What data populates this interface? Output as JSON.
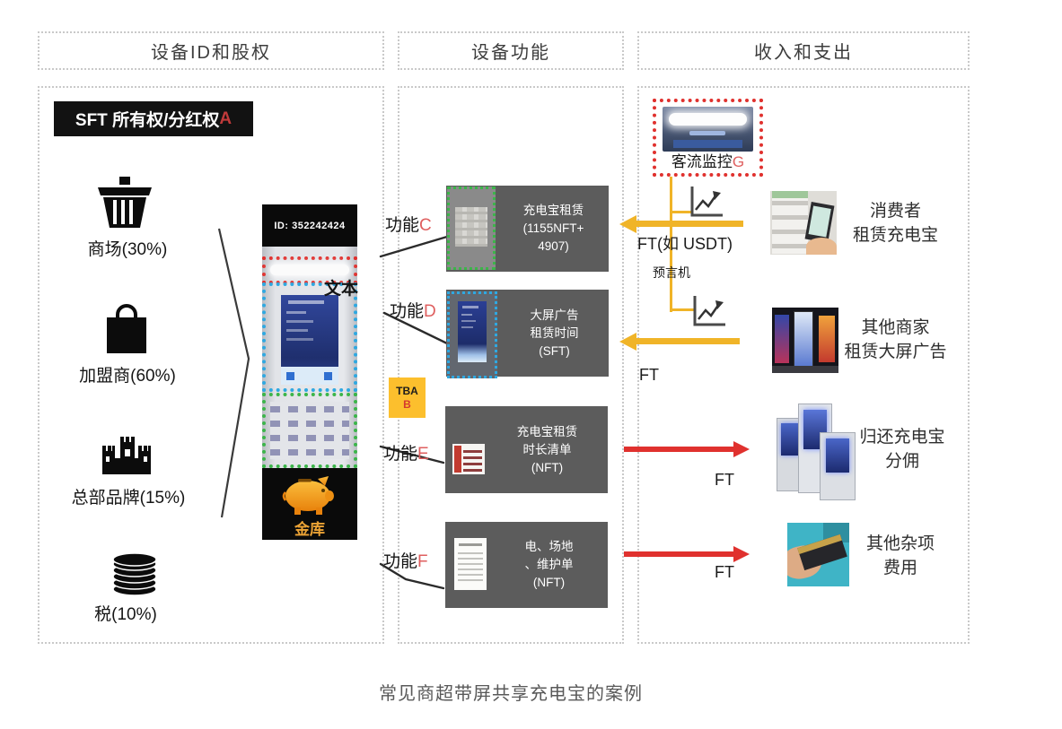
{
  "caption": "常见商超带屏共享充电宝的案例",
  "columns": [
    {
      "header": "设备ID和股权"
    },
    {
      "header": "设备功能"
    },
    {
      "header": "收入和支出"
    }
  ],
  "equity": {
    "sft_badge": {
      "text": "SFT 所有权/分红权",
      "marker": "A"
    },
    "items": [
      {
        "icon": "basket-icon",
        "label": "商场(30%)"
      },
      {
        "icon": "shopping-bag-icon",
        "label": "加盟商(60%)"
      },
      {
        "icon": "castle-icon",
        "label": "总部品牌(15%)"
      },
      {
        "icon": "coins-icon",
        "label": "税(10%)"
      }
    ]
  },
  "kiosk": {
    "device_id": "ID: 352242424",
    "text_label": "文本",
    "vault_label": "金库"
  },
  "functions": {
    "labels": [
      {
        "prefix": "功能",
        "marker": "C"
      },
      {
        "prefix": "功能",
        "marker": "D"
      },
      {
        "prefix": "功能",
        "marker": "E"
      },
      {
        "prefix": "功能",
        "marker": "F"
      }
    ],
    "tba": {
      "line1": "TBA",
      "line2": "B"
    },
    "boxes": [
      {
        "lines": [
          "充电宝租赁",
          "(1155NFT+",
          "4907)"
        ]
      },
      {
        "lines": [
          "大屏广告",
          "租赁时间",
          "(SFT)"
        ]
      },
      {
        "lines": [
          "充电宝租赁",
          "时长清单",
          "(NFT)"
        ]
      },
      {
        "lines": [
          "电、场地",
          "、维护单",
          "(NFT)"
        ]
      }
    ]
  },
  "income": {
    "monitor": {
      "label": "客流监控",
      "marker": "G"
    },
    "flow": {
      "ft_usdt": "FT(如 USDT)",
      "oracle": "预言机",
      "ft_ad": "FT",
      "ft_return": "FT",
      "ft_misc": "FT"
    },
    "rows": [
      {
        "label_lines": [
          "消费者",
          "租赁充电宝"
        ]
      },
      {
        "label_lines": [
          "其他商家",
          "租赁大屏广告"
        ]
      },
      {
        "label_lines": [
          "归还充电宝",
          "分佣"
        ]
      },
      {
        "label_lines": [
          "其他杂项",
          "费用"
        ]
      }
    ]
  },
  "colors": {
    "yellow": "#F0B428",
    "red": "#E0312E",
    "green": "#3CB54A",
    "blue": "#2FA8E1",
    "panel_gray": "#5C5C5C",
    "marker_red": "#DF5F5F",
    "sft_marker_red": "#C03A3A",
    "vault_gold": "#ECA335"
  }
}
